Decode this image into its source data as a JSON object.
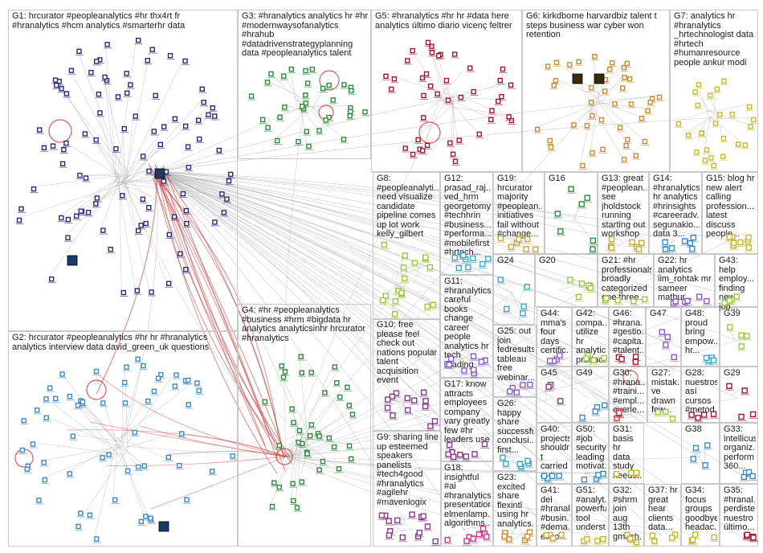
{
  "title": "",
  "groups": [
    {
      "id": "G1",
      "label": "G1: hrcurator #peopleanalytics #hr thx4rt fr\n#hranalytics #hcm analytics #smarterhr data",
      "color": "#2a2a7a"
    },
    {
      "id": "G2",
      "label": "G2: hrcurator #peopleanalytics #hr hr #hranalytics\nanalytics interview data david_green_uk questions",
      "color": "#3a8ac8"
    },
    {
      "id": "G3",
      "label": "G3: #hranalytics analytics hr #hr\n#modernwaysofanalytics\n#hrahub\n#datadrivenstrategyplanning\ndata #peopleanalytics talent",
      "color": "#2d8a3a"
    },
    {
      "id": "G4",
      "label": "G4: #hr #peopleanalytics\n#business #hrm #bigdata hr\nanalytics analyticsinhr hrcurator\n#hranalytics",
      "color": "#2d8a3a"
    },
    {
      "id": "G5",
      "label": "G5: #hranalytics #hr hr #data here\nanalytics último diario vicenç feltrer",
      "color": "#a01830"
    },
    {
      "id": "G6",
      "label": "G6: kirkdborne harvardbiz talent t\nsteps business war cyber won\nretention",
      "color": "#c88a2a"
    },
    {
      "id": "G7",
      "label": "G7: analytics hr\n#hranalytics\n_hrtechnologist data\n#hrtech\n#humanresource\npeople ankur modi",
      "color": "#c8b82a"
    },
    {
      "id": "G8",
      "label": "G8:\n#peopleanalyti...\nneed visualize\ncandidate\npipeline comes\nup lot work\nkelly_gilbert",
      "color": "#9ac83a"
    },
    {
      "id": "G9",
      "label": "G9: sharing line\nup esteemed\nspeakers\npanelists\n#tech4good\n#hranalytics\n#agilehr\n#mavenlogix",
      "color": "#8a3a8a"
    },
    {
      "id": "G10",
      "label": "G10: free\nplease feel\ncheck out\nnations popular\ntalent\nacquisition\nevent",
      "color": "#8a3a8a"
    },
    {
      "id": "G11",
      "label": "G11:\n#hranalytics\ncareful\nbooks\nchange\ncareer\npeople\nanalytics hr\ntech reading",
      "color": "#8a5ac8"
    },
    {
      "id": "G12",
      "label": "G12:\nprasad_raj...\nved_hrm\ngeorgetomy\n#techhrin\n#business...\n#performa...\n#mobilefirst\n#hrtech...",
      "color": "#3aa8c8"
    },
    {
      "id": "G13",
      "label": "G13: great\n#peoplean...\nsee\njholdstock\nrunning\nstarting out\nworkshop",
      "color": "#c8a83a"
    },
    {
      "id": "G14",
      "label": "G14:\n#hranalytics\nhr analytics\n#hrinsights\n#careeradv...\nsegunakio...\ndata 3...",
      "color": "#3a8ac8"
    },
    {
      "id": "G15",
      "label": "G15: blog hr\nnew alert\ncalling\nprofession...\nlatest\ndiscuss\npeople...",
      "color": "#c8b82a"
    },
    {
      "id": "G16",
      "label": "G16",
      "color": "#2d8a3a"
    },
    {
      "id": "G17",
      "label": "G17: know\nattracts\nemployees\ncompany\nvary greatly\nfew #hr\nleaders use",
      "color": "#8a3a8a"
    },
    {
      "id": "G18",
      "label": "G18:\ninsightful\n#ai\n#hranalytics\npresentation\nelmenlamp...\nalgorithms...",
      "color": "#c83a8a"
    },
    {
      "id": "G19",
      "label": "G19:\nhrcurator\nmajority\n#peoplean...\ninitiatives\nfail without\n#change...",
      "color": "#c8a83a"
    },
    {
      "id": "G20",
      "label": "G20",
      "color": "#9ac83a"
    },
    {
      "id": "G21",
      "label": "G21: #hr\nprofessionals\nbroadly\ncategorized\none three...",
      "color": "#9ac83a"
    },
    {
      "id": "G22",
      "label": "G22: hr\nanalytics\niim_rohtak mr\nsameer\nmathur...",
      "color": "#8a5ac8"
    },
    {
      "id": "G23",
      "label": "G23:\nexcited\nshare\nflexintl\nusing hr\nanalytics...",
      "color": "#c88a2a"
    },
    {
      "id": "G24",
      "label": "G24",
      "color": "#3aa8c8"
    },
    {
      "id": "G25",
      "label": "G25: out\njoin\nfedresults\ntableau\nfree\nwebinar...",
      "color": "#8a5ac8"
    },
    {
      "id": "G26",
      "label": "G26:\nhappy\nshare\nsuccessful\nconclusi...\nfirst...",
      "color": "#3aa8c8"
    },
    {
      "id": "G27",
      "label": "G27:\nmistak...\nve\ndrawn\nfew...",
      "color": "#9ac83a"
    },
    {
      "id": "G28",
      "label": "G28:\nnuestros\nasí\ncursos\n#metod...",
      "color": "#a01830"
    },
    {
      "id": "G29",
      "label": "G29",
      "color": "#a01830"
    },
    {
      "id": "G30",
      "label": "G30:\n#hrana...\n#traini...\n#empl...\neverle...",
      "color": "#c83a3a"
    },
    {
      "id": "G31",
      "label": "G31:\nbasis hr\ndata\nstudy\nneeds...",
      "color": "#c8b82a"
    },
    {
      "id": "G32",
      "label": "G32:\n#shrm\njoin aug\n13th\ngmash...",
      "color": "#c8a83a"
    },
    {
      "id": "G33",
      "label": "G33:\nintellicus\norganiz...\nperform\n360...",
      "color": "#3a8ac8"
    },
    {
      "id": "G34",
      "label": "G34:\nfocus\ngroups\ngoodbye\nheadac...",
      "color": "#c8b82a"
    },
    {
      "id": "G35",
      "label": "G35:\n#hranal...\nperdiste\nnuestro\núltimo...",
      "color": "#a01830"
    },
    {
      "id": "G36",
      "label": "",
      "color": "#888888"
    },
    {
      "id": "G37",
      "label": "G37: hr\ngreat\nhear\nclients\ndata...",
      "color": "#c8b82a"
    },
    {
      "id": "G38",
      "label": "G38",
      "color": "#3a8ac8"
    },
    {
      "id": "G39",
      "label": "G39",
      "color": "#9ac83a"
    },
    {
      "id": "G40",
      "label": "G40:\nprojects\nshouldn\nt carried\nout...",
      "color": "#3a8ac8"
    },
    {
      "id": "G41",
      "label": "G41: dei\n#hranal...\n#busin...\n#dema...\necco...",
      "color": "#c8a83a"
    },
    {
      "id": "G42",
      "label": "G42:\ncompa...\nutilize hr\nanalytics\nproduct...",
      "color": "#9ac83a"
    },
    {
      "id": "G43",
      "label": "G43:\nhelp\nemploy...\nfinding\nnew job...",
      "color": "#9ac83a"
    },
    {
      "id": "G44",
      "label": "G44:\nmma's\nfour\ndays\ncertific...",
      "color": "#8a5ac8"
    },
    {
      "id": "G45",
      "label": "G45",
      "color": "#8a3a8a"
    },
    {
      "id": "G46",
      "label": "G46:\n#hrana...\n#gestio...\n#capita...\n#talent...",
      "color": "#a01830"
    },
    {
      "id": "G47",
      "label": "G47",
      "color": "#8a5ac8"
    },
    {
      "id": "G48",
      "label": "G48:\nproud\nbring\nempow...\nhr...",
      "color": "#3aa8c8"
    },
    {
      "id": "G49",
      "label": "G49",
      "color": "#3a8ac8"
    },
    {
      "id": "G50",
      "label": "G50:\n#job\nsecurity\nleading\nmotivat...",
      "color": "#3a8ac8"
    },
    {
      "id": "G51",
      "label": "G51:\n#analyt...\npowerful\ntool\nunderst...",
      "color": "#c8b82a"
    }
  ]
}
